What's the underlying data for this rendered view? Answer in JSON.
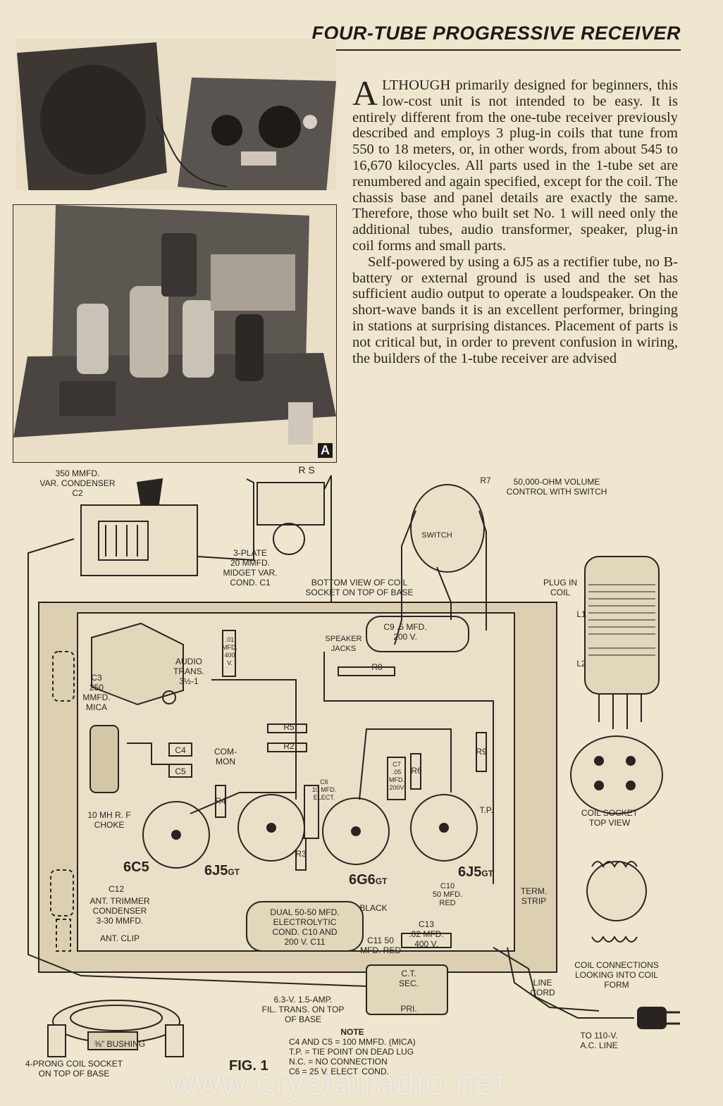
{
  "header": {
    "title": "FOUR-TUBE PROGRESSIVE RECEIVER"
  },
  "photo": {
    "label": "A"
  },
  "article": {
    "dropcap": "A",
    "p1": "LTHOUGH primarily designed for beginners, this low-cost unit is not intended to be easy. It is entirely different from the one-tube receiver previously described and employs 3 plug-in coils that tune from 550 to 18 meters, or, in other words, from about 545 to 16,670 kilocycles. All parts used in the 1-tube set are renumbered and again specified, except for the coil. The chassis base and panel details are exactly the same. Therefore, those who built set No. 1 will need only the additional tubes, audio transformer, speaker, plug-in coil forms and small parts.",
    "p2": "Self-powered by using a 6J5 as a rectifier tube, no B-battery or external ground is used and the set has sufficient audio output to operate a loudspeaker. On the short-wave bands it is an excellent performer, bringing in stations at surprising distances. Placement of parts is not critical but, in order to prevent confusion in wiring, the builders of the 1-tube receiver are advised"
  },
  "diagram": {
    "labels": {
      "var_cond": "350 MMFD.\nVAR. CONDENSER\nC2",
      "rs": "R    S",
      "midget": "3-PLATE\n20 MMFD.\nMIDGET VAR.\nCOND. C1",
      "coil_socket_bottom": "BOTTOM VIEW OF COIL\nSOCKET ON TOP OF BASE",
      "volume": "50,000-OHM VOLUME\nCONTROL WITH SWITCH",
      "r7": "R7",
      "switch": "SWITCH",
      "plug_in_coil": "PLUG IN\nCOIL",
      "l1": "L1",
      "l2": "L2",
      "c9": "C9 .5 MFD.\n200 V.",
      "speaker_jacks": "SPEAKER\nJACKS",
      "audio_trans": "AUDIO\nTRANS.\n3½-1",
      "c3": "C3\n250\nMMFD.\nMICA",
      "c8": ".01\nMFD.\n400\nV.",
      "r8": "R8",
      "r5": "R5",
      "r2": "R2",
      "r9": "R9",
      "r6": "R6",
      "r4": "R4",
      "r3": "R3",
      "c4": "C4",
      "c5": "C5",
      "common": "COM-\nMON",
      "c6": "C6\n10 MFD.\nELECT.",
      "c7": "C7\n.05\nMFD.\n200V",
      "tp": "T.P.",
      "choke": "10 MH  R. F\nCHOKE",
      "coil_socket_top": "COIL SOCKET\nTOP VIEW",
      "c12": "C12",
      "ant_trimmer": "ANT. TRIMMER\nCONDENSER\n3-30 MMFD.",
      "ant_clip": "ANT. CLIP",
      "c10": "C10\n50 MFD.\nRED",
      "term_strip": "TERM.\nSTRIP",
      "black": "BLACK",
      "dual": "DUAL 50-50 MFD.\nELECTROLYTIC\nCOND. C10 AND\n200 V.        C11",
      "c11": "C11 50\nMFD. RED",
      "c13": "C13\n.02 MFD.\n400 V.",
      "coil_conn": "COIL CONNECTIONS\nLOOKING INTO COIL\nFORM",
      "line_cord": "LINE\nCORD",
      "ct_sec": "C.T.\nSEC.",
      "pri": "PRI.",
      "fil_trans": "6.3-V. 1.5-AMP.\nFIL. TRANS. ON TOP\nOF BASE",
      "bushing": "⅜\" BUSHING",
      "four_prong": "4-PRONG COIL SOCKET\nON TOP OF BASE",
      "to_110": "TO 110-V.\nA.C. LINE"
    },
    "tubes": {
      "t1": "6C5",
      "t2": "6J5",
      "t2s": "GT",
      "t3": "6G6",
      "t3s": "GT",
      "t4": "6J5",
      "t4s": "GT"
    },
    "fig": "FIG. 1",
    "note": {
      "head": "NOTE",
      "l1": "C4 AND C5 = 100 MMFD. (MICA)",
      "l2": "T.P. = TIE POINT ON DEAD LUG",
      "l3": "N.C. = NO CONNECTION",
      "l4": "C6 = 25 V. ELECT. COND."
    }
  },
  "watermark": "www.crystalradio.net"
}
